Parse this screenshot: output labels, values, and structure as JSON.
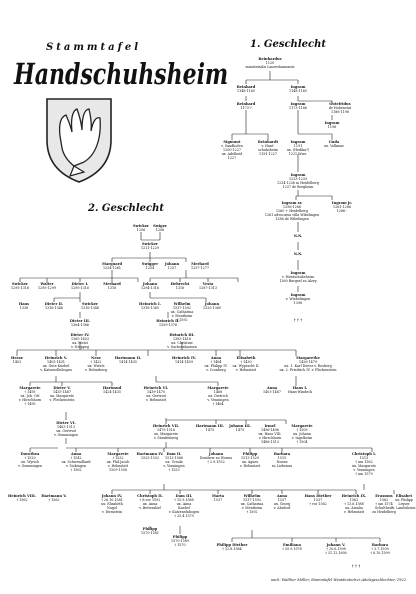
{
  "header": {
    "title_small": "Stammtafel",
    "title_large": "Handschuhsheim"
  },
  "crest": {
    "shield_color": "#e8e8e8",
    "hand_color": "#ffffff",
    "outline": "#222222"
  },
  "sections": {
    "part1": "1. Geschlecht",
    "part2": "2. Geschlecht"
  },
  "gen1": {
    "reinhard_root": "Reinhardus\n1120\nministerialis Laureshamensis",
    "reinhard_1": "Reinhard\n1148-1165",
    "ingram_1": "Ingram\n1148-1165",
    "reinhard_2": "Reinhard\n1173-?",
    "ingram_2": "Ingram\n1173-1186",
    "gottfried": "Gotefridus\nde Hohenstat\n1186-1196",
    "ingram_3": "Ingram\n1196",
    "sigmunt": "Sigmunt\nv. Sandhofen\n1200-1227\nux. Adelheid\n1227",
    "reinhardt": "Reinhardt\nv. Hant-\nschuhsheim\n1191-1227",
    "ingram_4": "Ingram\n1191\nux. (Hedika?)\n1221 Wwe.",
    "guda": "Guda\nux. Volkmar",
    "ingram_5": "Ingram\n1223-1239\n1234-1236 in Heidelberg\n1237 de Bergheim",
    "ingram_6": "Ingram sr.\n1256-1286\n1260 + Heidelberg\n1261 advocatus villa Wibelingen\n1286 de Wibelingen",
    "ingram_jr": "Ingram jr.\n1261-1286\n1286 -",
    "nn_1": "N.N.",
    "nn_2": "N.N.",
    "ingram_7": "Ingram\nv. Hentschuhsheim\n1360 Burgraf zu Alzey",
    "ingram_8": "Ingram\nv. Wiebelingen\n1396",
    "extinct": "† † †"
  },
  "gen2": {
    "swicker_1206": "Swicker\n1206",
    "swiger_1206": "Swiger\n1206",
    "swicker_1211": "Swicker\n1211-1229",
    "marquard": "Marquard\n1254-1261",
    "swigger": "Swigger\n1254",
    "johann_1257": "Johann\n1257",
    "merhard_1257": "Merhard\n1257-1277",
    "swicker_1295": "Swicker\n1295-1316",
    "walter": "Walter\n1295-1299",
    "dieter_1": "Dieter I.\n1295-1316",
    "merhard_1316": "Merhard\n1316",
    "johann_1294": "Johann\n1294-1316",
    "hebrecht": "Hebrecht\n1316",
    "vesta": "Vesta\n1287-1313",
    "hans_1338": "Hans\n1338",
    "dieter_2": "Dieter II.\n1316-1346",
    "swicker_1316": "Swicker\n1316-1346",
    "heinrich_1": "Heinrich I.\n1316-1365",
    "wilhelm": "Wilhelm\n1537-1592\nux. Catharina\nv. Mentheim\n† 1592",
    "johann_1320": "Johann\n1320-1360",
    "dieter_3": "Dieter III.\n1364-1386",
    "heinrich_2": "Heinrich II.\n1359-1376",
    "dieter_4": "Dieter IV.\n1365-1403\nux. Metzi\nv. Neippeg",
    "heinrich_3": "Heinrich III.\n1383-1418\nux. Christine\nv. Sachsenhausen",
    "hesse": "Hesse\n1403",
    "heinrich_5": "Heinrich V.\n1405-1431\nux. Gute Knebel\nv. Katzenellnbogen",
    "nese": "Nese\n† 1422\nux. Wirich\nv. Helmsberg",
    "hartmann_2": "Hartmann II.\n1414-1435",
    "heinrich_4": "Heinrich IV.\n1414-1459",
    "anna_1464": "Anna\n† 1464\nux. Philipp IV.\nv. Cronberg",
    "elisabeth": "Elisabeth\n† 1430\nux. Wypracht II.\nv. Helmstatt",
    "margarethe_1": "Margarethe\n1426-1479\nux. 1. Karl Dieter v. Rosberg\nux. 2. Friedrich IV. v. Fleckenstein",
    "margarete_2": "Margarete\n† 1495\nux. Joh. Ott\nv. Hirschhorn\n† 1495",
    "dieter_5": "Dieter V.\n1435-1487\nux. Margarete\nv. Fleckenstein",
    "hartmud": "Hartmud\n1424-1435",
    "heinrich_6": "Heinrich VI.\n1439-1470\nux. Gertrud\nv. Helmstatt",
    "margarete_3": "Margarete\n1468\nux. Dietrich\nv. Venningen\n† 1464",
    "anna_2": "Anna\n1403-1467",
    "hans_1": "Hans I.\nHans-Windeck",
    "dieter_6": "Dieter VI.\n1463-1513\nux. Gertrud\nv. Gemmingen",
    "heinrich_7": "Heinrich VII.\n1475-1516\nux. Margarete\nv. Staufenberg",
    "hartmann_3": "Hartmann III.\n1475",
    "johann_3": "Johann III.\n1475",
    "irmel": "Irmel\n1496-1496\nux. Hans VIII.\nv. Hirschhorn\n1486-1513",
    "margarete_4": "Margarete\n† 1509\nux. Johann\nv. Ingelheim\n† 1504",
    "dorothea": "Dorothea\n† 1520\nux. Wyrich\nv. Gemmingen",
    "anna_3": "Anna\n† 1542\nux. Schwendhard\nv. Sickingen\n† 1562",
    "margarete_5": "Margarete\n† 1532\nux. Phil.Jacob\nv. Helmstatt\n1509-1558",
    "hartmann_4": "Hartmann IV.\n1525-1532",
    "dam_2": "Dam II.\n1513-1566\nux. Ursula\nv. Venningen\n† 1553",
    "johann_4": "Johann\nDomherr zu Worms\n† 2.9.1552",
    "philipp_1": "Philipp\n1513-1529\nux. Agnes\nv. Helmstatt",
    "barbara_1": "Barbara\n1515\nNonne\nzu Liebenau",
    "christoph_1": "Christoph I.\n1513\n† um 1562\nux. Margarete\nv. Venningen\n† um 1579",
    "heinrich_8": "Heinrich VIII.\n† 1562",
    "hartmann_5": "Hartmann V.\n† 1562",
    "johann_5": "Johann IV.\n† 26.10.1581\nux. Elisabeth\nNagel\nv. Dirmstein",
    "christoph_2": "Christoph II.\n† 8.vor 1592\nux. Anna\nv. Bettendorf",
    "dam_3": "Dam III.\n† 15.9.1588\nux. Anna\nKnebel\nv. Katzenelnbogen\n† 25.4.1579",
    "philipp_2": "Philipp\n1570-1581",
    "philipp_3": "Philipp\n1570-1589\n† 1570",
    "marta": "Marta\n1537",
    "anna_4": "Anna\n1537\nux. Georg\nv. Ahrdorf",
    "hans_dieter": "Hans Diether\n1537\n† vor 1562",
    "heinrich_9": "Heinrich IX.\n1562\n† 13.6.1588\nux. Amalia\nv. Helmstatt",
    "erasmus": "Erasmus\n1562\n† um 1574\nSchultheiß\nzu Heidelberg",
    "elisabet": "Elisabet\nux. Philipp\nLeyser\nv. Lambsheim",
    "philipp_dieter": "Philipp Diether\n† 12.8.1584",
    "emiliana": "Emiliana\n† 25.9.1578",
    "johann_6": "Johann V.\n† 20.6.1598\n† 31.12.1600",
    "barbara_2": "Barbara\n† 3.7.1599\n† 8.10.1599",
    "final_mark": "† † †"
  },
  "credit": "nach: Walther Möller, Stammtafel Westdeutscher Adelsgeschlechter, 1922"
}
